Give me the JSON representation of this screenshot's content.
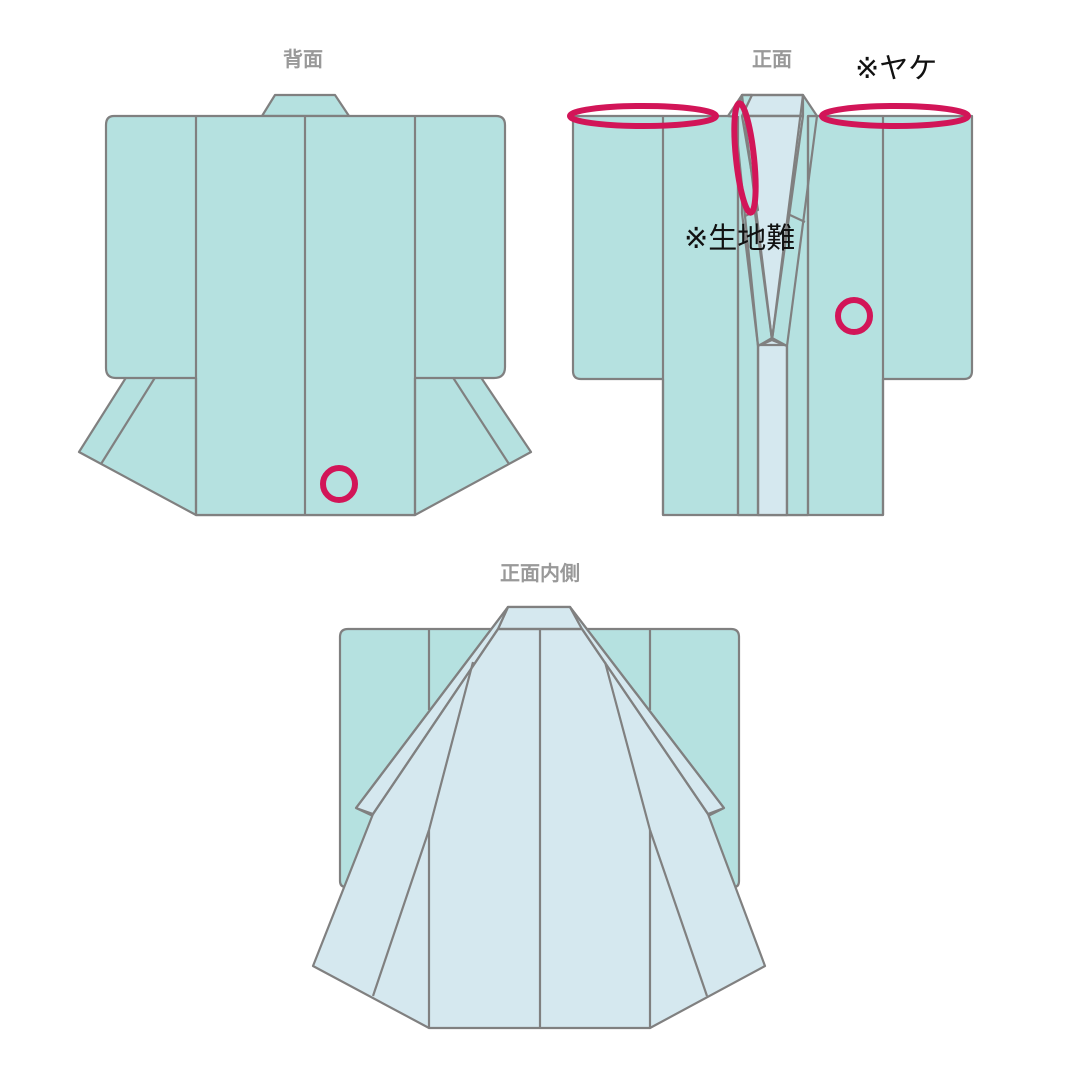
{
  "diagram": {
    "type": "kimono-condition-chart",
    "colors": {
      "outer_fabric": "#b5e1e0",
      "lining": "#d5e8ef",
      "outline": "#808080",
      "damage_marker": "#d21558",
      "view_title": "#999999",
      "note_text": "#111111"
    },
    "views": [
      {
        "id": "back",
        "title": "背面"
      },
      {
        "id": "front",
        "title": "正面"
      },
      {
        "id": "inside",
        "title": "正面内側"
      }
    ],
    "annotations": [
      {
        "view": "back",
        "marker": "circle",
        "label": ""
      },
      {
        "view": "front",
        "marker": "ellipse",
        "location": "left shoulder",
        "label": "※ヤケ"
      },
      {
        "view": "front",
        "marker": "ellipse",
        "location": "right shoulder",
        "label": "※ヤケ"
      },
      {
        "view": "front",
        "marker": "ellipse",
        "location": "collar",
        "label": "※生地難"
      },
      {
        "view": "front",
        "marker": "circle",
        "location": "right body panel",
        "label": ""
      }
    ],
    "notes": {
      "yake": "※ヤケ",
      "kiji_nan": "※生地難"
    }
  }
}
